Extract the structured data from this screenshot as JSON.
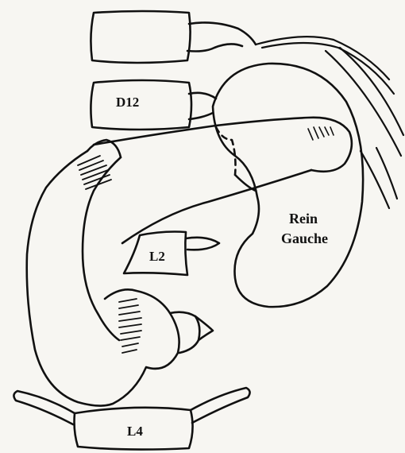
{
  "labels": {
    "vertebra_d12": "D12",
    "vertebra_l2": "L2",
    "vertebra_l4": "L4",
    "kidney_line1": "Rein",
    "kidney_line2": "Gauche"
  },
  "colors": {
    "ink": "#111111",
    "paper": "#f7f6f2"
  }
}
